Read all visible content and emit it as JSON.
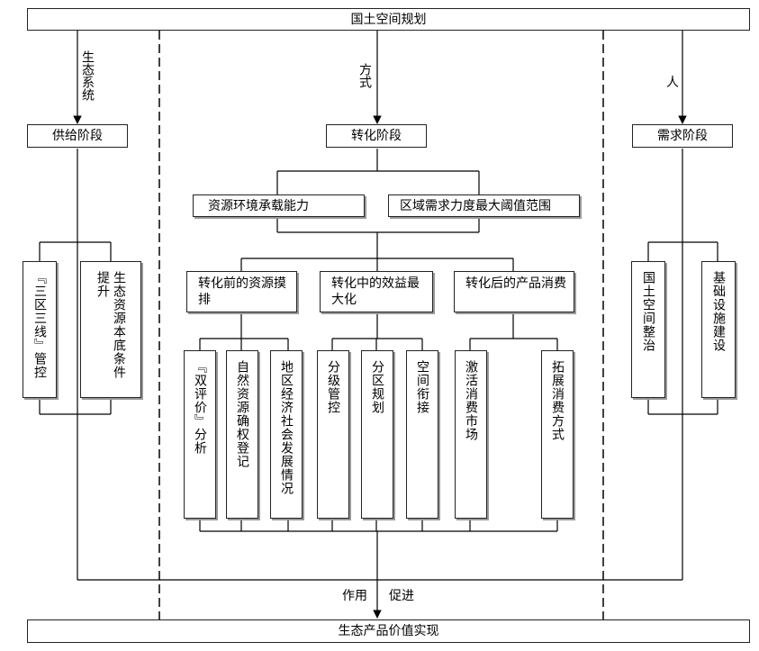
{
  "diagram": {
    "top": "国土空间规划",
    "bottom": "生态产品价值实现",
    "labels": {
      "left_arrow": "生态系统",
      "mid_arrow": "方式",
      "right_arrow": "人",
      "bottom_left": "作用",
      "bottom_right": "促进"
    },
    "stages": {
      "supply": "供给阶段",
      "transform": "转化阶段",
      "demand": "需求阶段"
    },
    "capacity": [
      "资源环境承载能力",
      "区域需求力度最大阈值范围"
    ],
    "supply_boxes": [
      "『三区三线』管控",
      "生态资源本底条件提升"
    ],
    "demand_boxes": [
      "国土空间整治",
      "基础设施建设"
    ],
    "phases": [
      "转化前的资源摸排",
      "转化中的效益最大化",
      "转化后的产品消费"
    ],
    "leaves": [
      "『双评价』分析",
      "自然资源确权登记",
      "地区经济社会发展情况",
      "分级管控",
      "分区规划",
      "空间衔接",
      "激活消费市场",
      "拓展消费方式"
    ]
  }
}
